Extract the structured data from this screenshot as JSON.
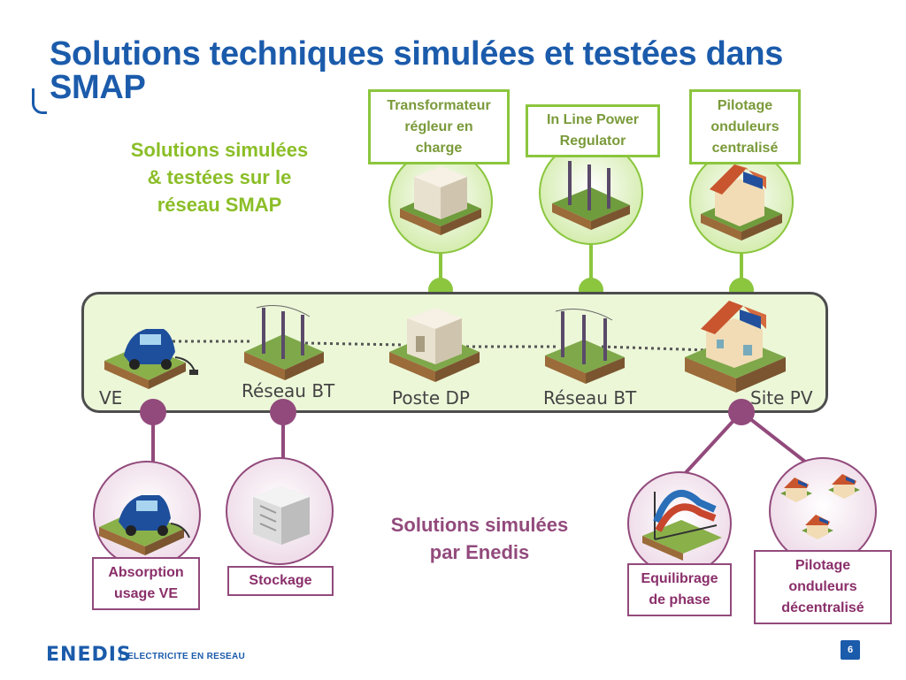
{
  "slide": {
    "title": "Solutions techniques simulées et testées dans SMAP",
    "page_number": "6"
  },
  "green_section": {
    "heading_lines": [
      "Solutions simulées",
      "& testées sur le",
      "réseau SMAP"
    ],
    "boxes": [
      {
        "lines": [
          "Transformateur",
          "régleur en",
          "charge"
        ],
        "icon": "substation-icon"
      },
      {
        "lines": [
          "In Line Power",
          "Regulator"
        ],
        "icon": "power-line-icon"
      },
      {
        "lines": [
          "Pilotage",
          "onduleurs",
          "centralisé"
        ],
        "icon": "solar-house-icon"
      }
    ]
  },
  "network": {
    "nodes": [
      {
        "label": "VE",
        "icon": "electric-car-icon"
      },
      {
        "label": "Réseau BT",
        "icon": "power-line-icon"
      },
      {
        "label": "Poste DP",
        "icon": "substation-icon"
      },
      {
        "label": "Réseau BT",
        "icon": "power-line-icon"
      },
      {
        "label": "Site PV",
        "icon": "solar-house-icon"
      }
    ]
  },
  "purple_section": {
    "heading_lines": [
      "Solutions simulées",
      "par Enedis"
    ],
    "boxes": [
      {
        "lines": [
          "Absorption",
          "usage VE"
        ],
        "icon": "electric-car-icon"
      },
      {
        "lines": [
          "Stockage"
        ],
        "icon": "battery-storage-icon"
      },
      {
        "lines": [
          "Equilibrage",
          "de phase"
        ],
        "icon": "phase-balance-icon"
      },
      {
        "lines": [
          "Pilotage",
          "onduleurs",
          "décentralisé"
        ],
        "icon": "solar-houses-icon"
      }
    ]
  },
  "footer": {
    "logo": "ENEDIS",
    "tagline": "L'ELECTRICITE EN RESEAU"
  },
  "colors": {
    "title_blue": "#1b5bab",
    "green": "#8bc63e",
    "green_text": "#8bbe27",
    "purple": "#924a7c",
    "network_fill": "#ecf7d8"
  }
}
